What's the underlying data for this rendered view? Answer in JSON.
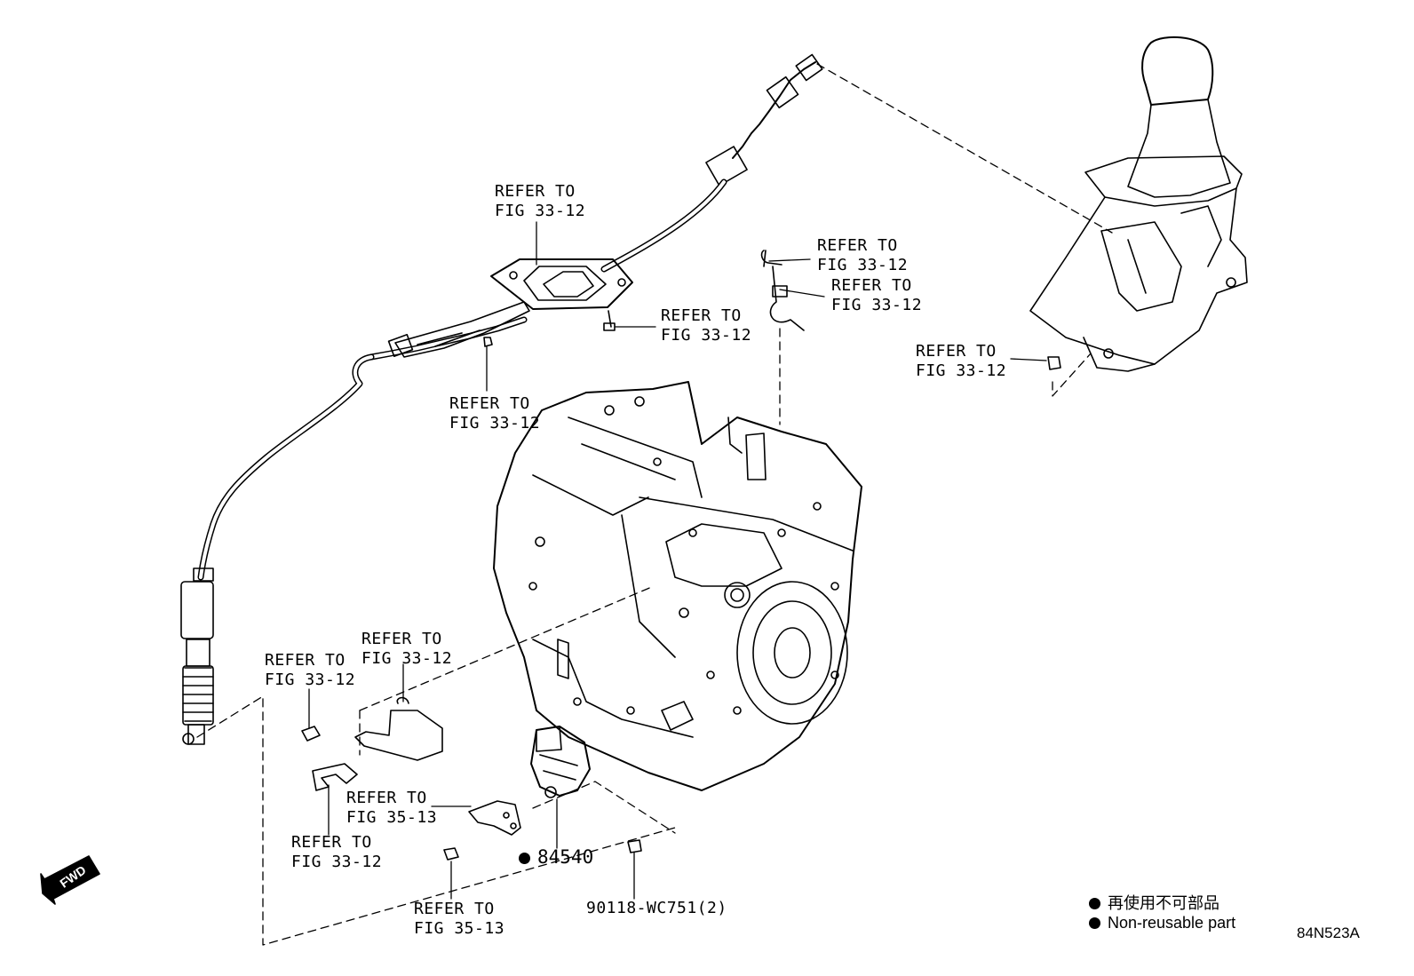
{
  "callouts": [
    {
      "id": "c1",
      "line1": "REFER TO",
      "line2": "FIG 33-12"
    },
    {
      "id": "c2",
      "line1": "REFER TO",
      "line2": "FIG 33-12"
    },
    {
      "id": "c3",
      "line1": "REFER TO",
      "line2": "FIG 33-12"
    },
    {
      "id": "c4",
      "line1": "REFER TO",
      "line2": "FIG 33-12"
    },
    {
      "id": "c5",
      "line1": "REFER TO",
      "line2": "FIG 33-12"
    },
    {
      "id": "c6",
      "line1": "REFER TO",
      "line2": "FIG 33-12"
    },
    {
      "id": "c7",
      "line1": "REFER TO",
      "line2": "FIG 33-12"
    },
    {
      "id": "c8",
      "line1": "REFER TO",
      "line2": "FIG 33-12"
    },
    {
      "id": "c9",
      "line1": "REFER TO",
      "line2": "FIG 35-13"
    },
    {
      "id": "c10",
      "line1": "REFER TO",
      "line2": "FIG 33-12"
    },
    {
      "id": "c11",
      "line1": "REFER TO",
      "line2": "FIG 35-13"
    }
  ],
  "parts": {
    "sensor": "84540",
    "bolt": "90118-WC751(2)"
  },
  "legend": {
    "jp": "再使用不可部品",
    "en": "Non-reusable part"
  },
  "diagram_code": "84N523A",
  "fwd_label": "FWD",
  "colors": {
    "ink": "#000000",
    "paper": "#ffffff"
  }
}
